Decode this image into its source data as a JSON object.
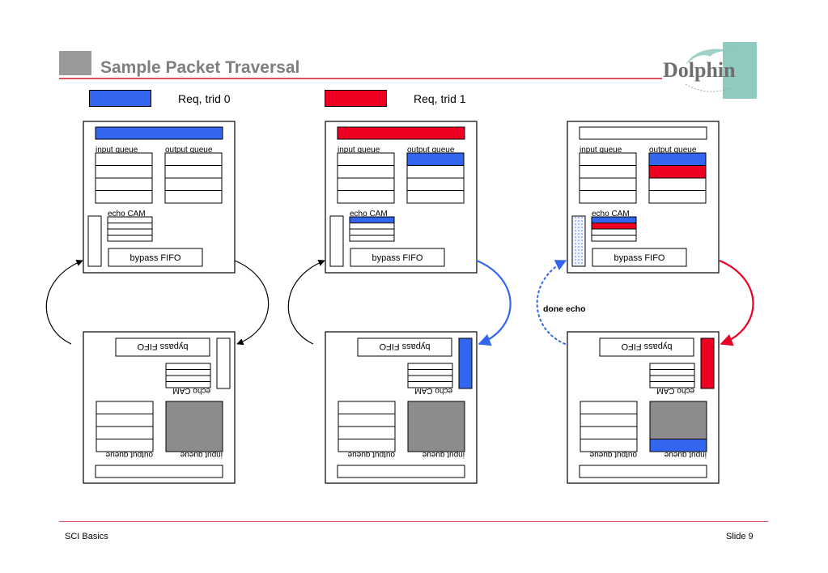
{
  "header": {
    "title": "Sample Packet Traversal",
    "logo_text": "Dolphin"
  },
  "legend": [
    {
      "label": "Req, trid 0",
      "color": "#3366ee"
    },
    {
      "label": "Req, trid 1",
      "color": "#ee0022"
    }
  ],
  "node_labels": {
    "input_queue": "input queue",
    "output_queue": "output queue",
    "echo_cam": "echo CAM",
    "bypass_fifo": "bypass FIFO"
  },
  "annotation": {
    "done_echo": "done echo"
  },
  "footer": {
    "left": "SCI Basics",
    "right": "Slide 9"
  },
  "colors": {
    "blue": "#3366ee",
    "red": "#ee0022",
    "gray": "#8c8c8c",
    "accent_line": "#e05060",
    "logo_teal": "#8fc9c0"
  }
}
